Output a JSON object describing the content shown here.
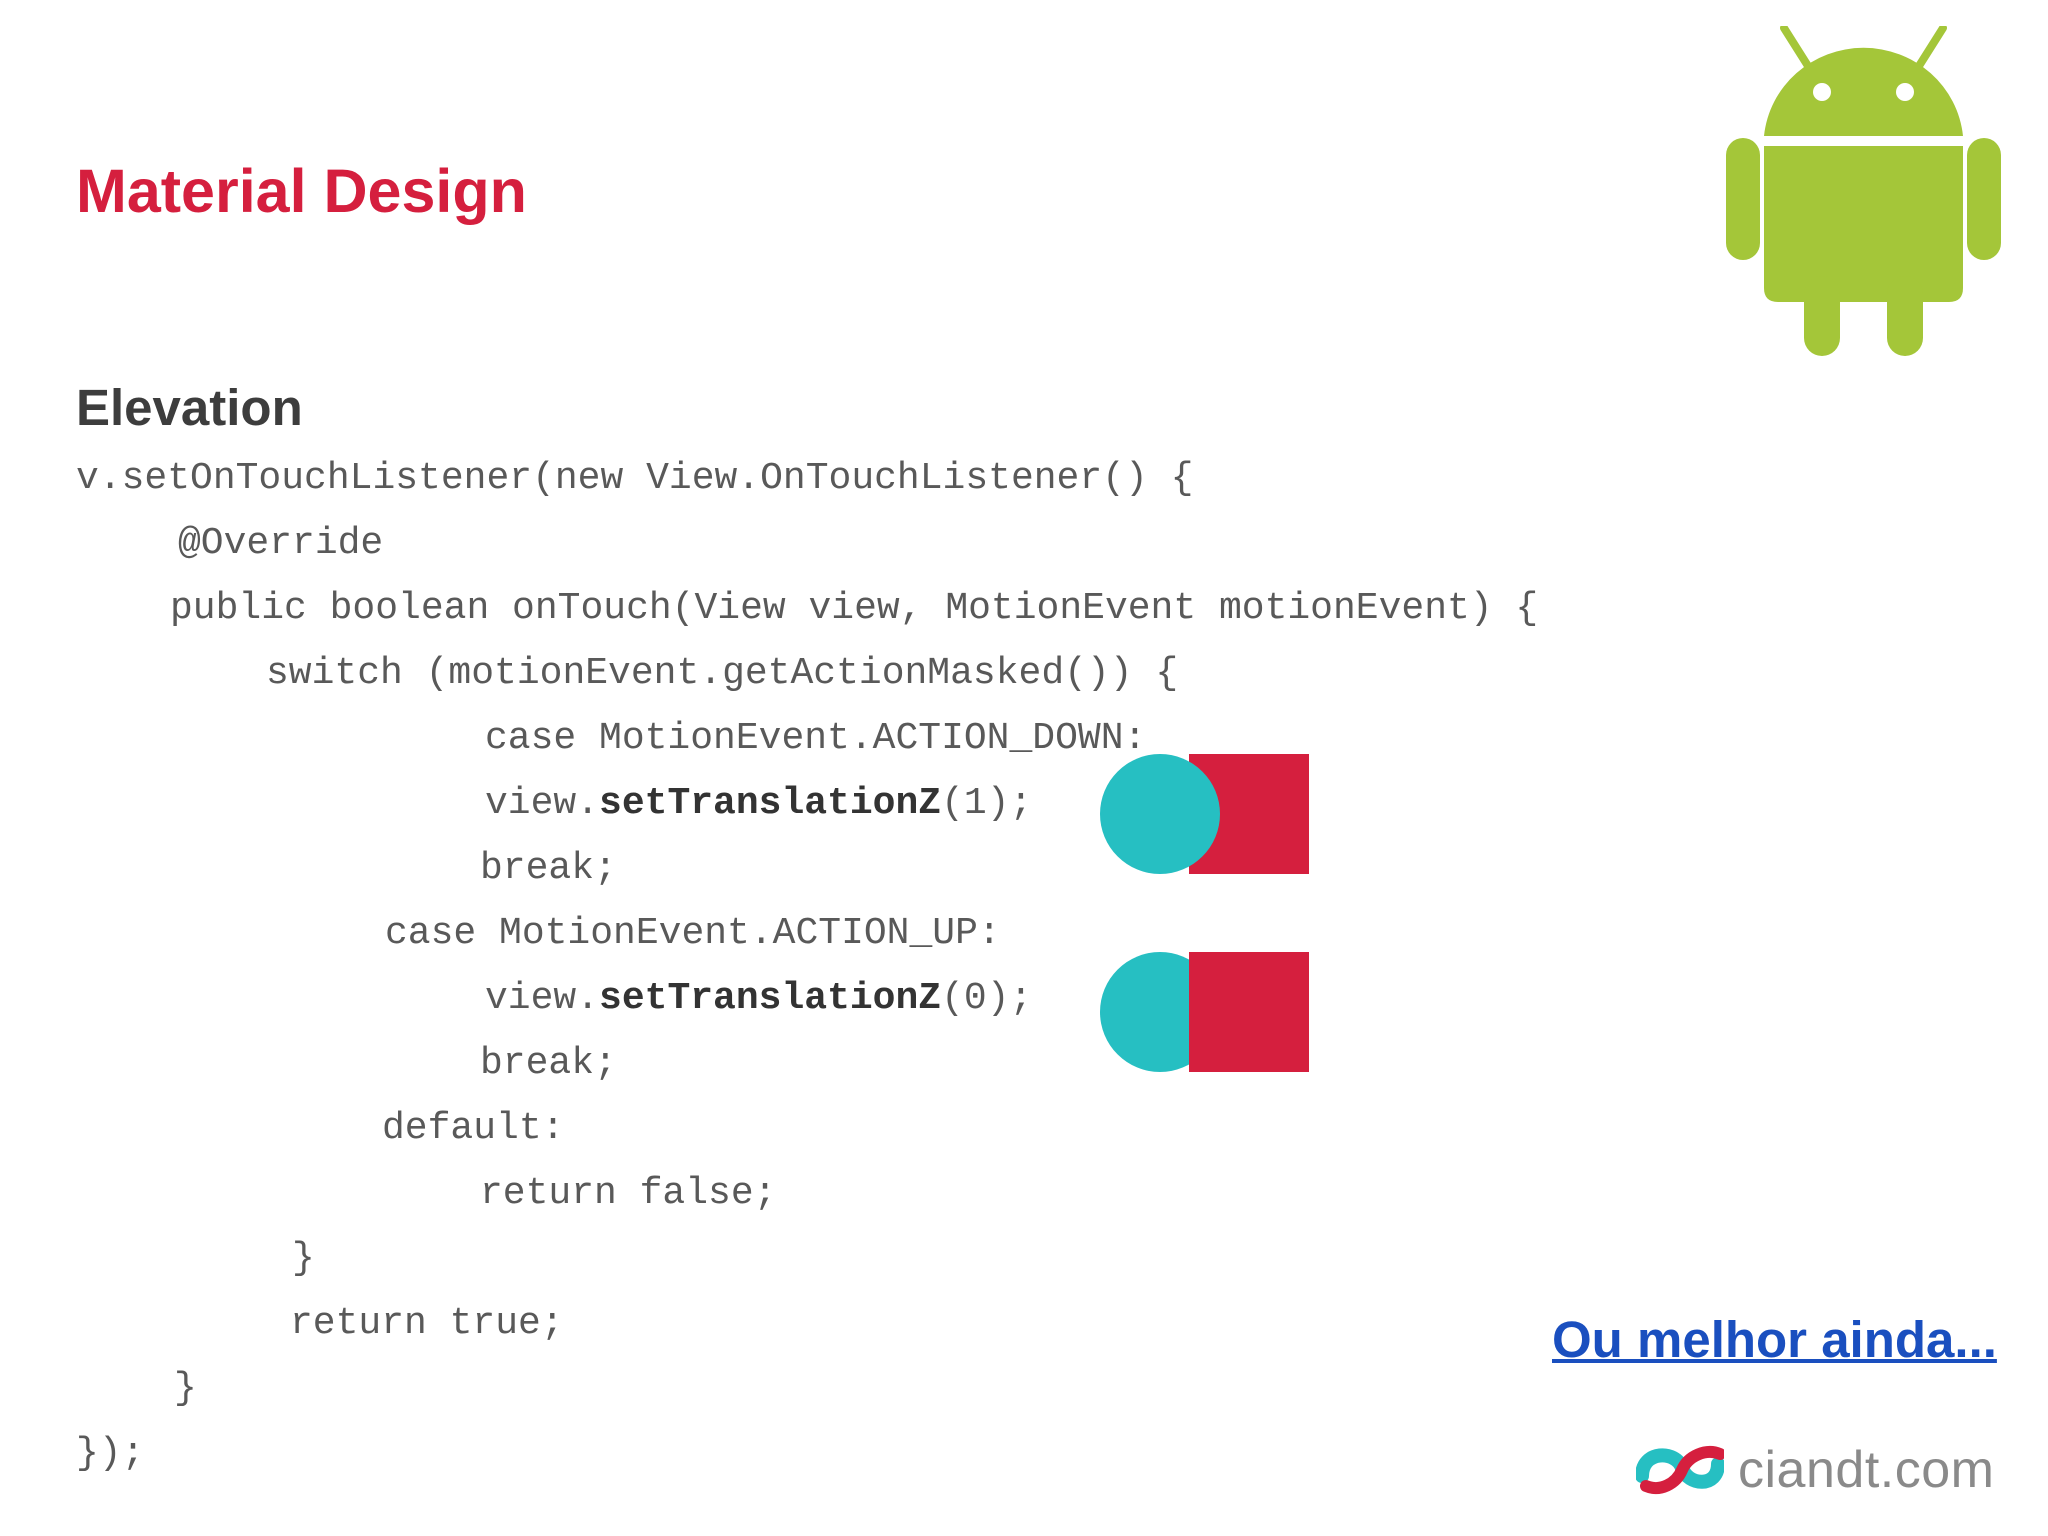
{
  "slide": {
    "title": "Material Design",
    "subtitle": "Elevation",
    "link_text": "Ou melhor ainda...",
    "brand": "ciandt.com"
  },
  "code": {
    "l1": "v.setOnTouchListener(new View.OnTouchListener() {",
    "l2": "@Override",
    "l3": "public boolean onTouch(View view, MotionEvent motionEvent) {",
    "l4": "switch (motionEvent.getActionMasked()) {",
    "l5": "case MotionEvent.ACTION_DOWN:",
    "l6_prefix": "view.",
    "l6_method": "setTranslationZ",
    "l6_suffix": "(1);",
    "l7": "break;",
    "l8": "case MotionEvent.ACTION_UP:",
    "l9_prefix": "view.",
    "l9_method": "setTranslationZ",
    "l9_suffix": "(0);",
    "l10": "break;",
    "l11": "default:",
    "l12": "return false;",
    "l13": "}",
    "l14": "return true;",
    "l15": "}",
    "l16": "});"
  },
  "colors": {
    "accent_red": "#d51f3e",
    "accent_teal": "#26bfc2",
    "android_green": "#a4c639",
    "link_blue": "#1a4fbf"
  },
  "icons": {
    "android": "android-robot-icon",
    "brand": "ciandt-logo-icon"
  }
}
